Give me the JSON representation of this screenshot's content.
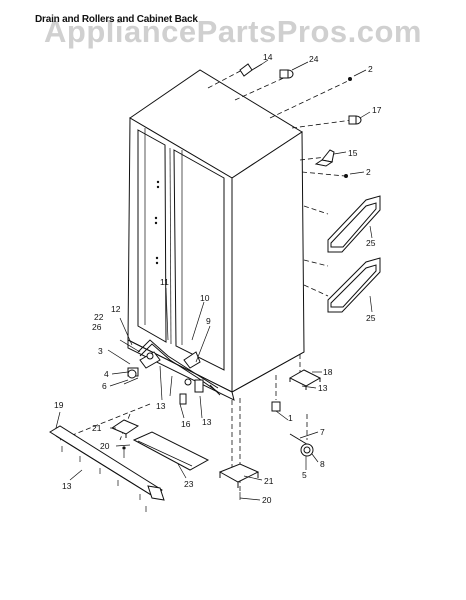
{
  "diagram": {
    "title": "Drain and Rollers and Cabinet Back",
    "watermark": "AppliancePartsPros.com",
    "callouts": [
      {
        "id": "c14",
        "text": "14"
      },
      {
        "id": "c24",
        "text": "24"
      },
      {
        "id": "c2a",
        "text": "2"
      },
      {
        "id": "c17",
        "text": "17"
      },
      {
        "id": "c15",
        "text": "15"
      },
      {
        "id": "c2b",
        "text": "2"
      },
      {
        "id": "c25a",
        "text": "25"
      },
      {
        "id": "c25b",
        "text": "25"
      },
      {
        "id": "c11",
        "text": "11"
      },
      {
        "id": "c10",
        "text": "10"
      },
      {
        "id": "c22",
        "text": "22"
      },
      {
        "id": "c12",
        "text": "12"
      },
      {
        "id": "c26",
        "text": "26"
      },
      {
        "id": "c9",
        "text": "9"
      },
      {
        "id": "c3",
        "text": "3"
      },
      {
        "id": "c4",
        "text": "4"
      },
      {
        "id": "c6",
        "text": "6"
      },
      {
        "id": "c18",
        "text": "18"
      },
      {
        "id": "c13a",
        "text": "13"
      },
      {
        "id": "c13b",
        "text": "13"
      },
      {
        "id": "c13c",
        "text": "13"
      },
      {
        "id": "c16",
        "text": "16"
      },
      {
        "id": "c1",
        "text": "1"
      },
      {
        "id": "c19",
        "text": "19"
      },
      {
        "id": "c7",
        "text": "7"
      },
      {
        "id": "c21a",
        "text": "21"
      },
      {
        "id": "c20a",
        "text": "20"
      },
      {
        "id": "c8",
        "text": "8"
      },
      {
        "id": "c5",
        "text": "5"
      },
      {
        "id": "c13d",
        "text": "13"
      },
      {
        "id": "c23",
        "text": "23"
      },
      {
        "id": "c21b",
        "text": "21"
      },
      {
        "id": "c20b",
        "text": "20"
      }
    ]
  }
}
